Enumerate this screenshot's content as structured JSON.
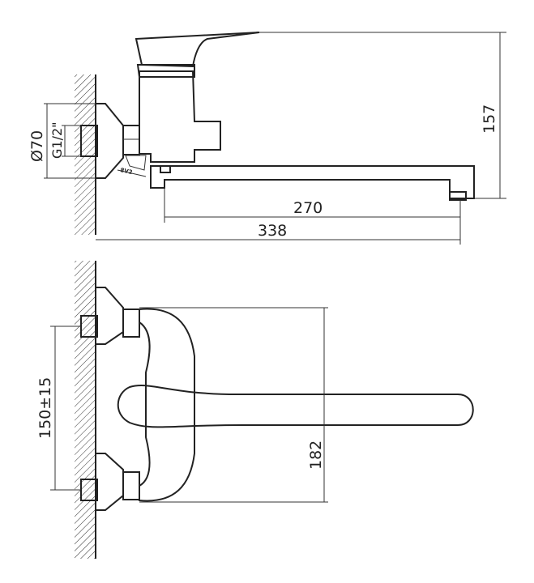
{
  "title": "Faucet technical drawing",
  "top_view": {
    "dim_diameter": "Ø70",
    "dim_thread": "G1/2\"",
    "dim_wrench": "8V2",
    "dim_height": "157",
    "dim_spout_reach": "270",
    "dim_total_reach": "338"
  },
  "front_view": {
    "dim_centers": "150±15",
    "dim_height": "182"
  }
}
